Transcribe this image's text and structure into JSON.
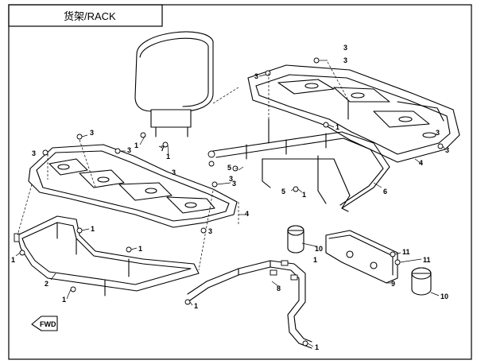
{
  "title": "货架/RACK",
  "front_badge": "FWD",
  "callouts": {
    "c1": "1",
    "c2": "2",
    "c3": "3",
    "c4": "4",
    "c5": "5",
    "c6": "6",
    "c7": "7",
    "c8": "8",
    "c9": "9",
    "c10": "10",
    "c11": "11"
  }
}
